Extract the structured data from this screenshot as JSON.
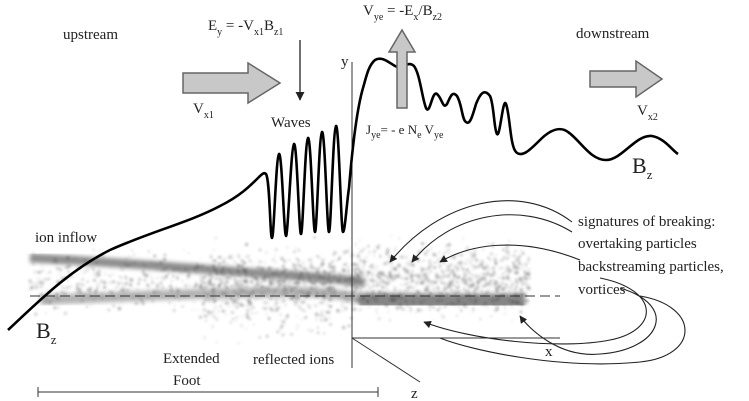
{
  "labels": {
    "upstream": "upstream",
    "downstream": "downstream",
    "waves": "Waves",
    "ion_inflow": "ion inflow",
    "reflected_ions": "reflected ions",
    "extended": "Extended",
    "foot": "Foot",
    "axis_y": "y",
    "axis_x": "x",
    "axis_z": "z"
  },
  "equations": {
    "ey": {
      "a": "E",
      "a_sub": "y",
      "b": " = -V",
      "b_sub": "x1",
      "c": "B",
      "c_sub": "z1"
    },
    "vye": {
      "a": "V",
      "a_sub": "ye",
      "b": " = -E",
      "b_sub": "x",
      "c": "/B",
      "c_sub": "z2"
    },
    "jye": {
      "a": "J",
      "a_sub": "ye",
      "b": "= - e N",
      "b_sub": "e",
      "c": " V",
      "c_sub": "ye"
    },
    "vx1": {
      "a": "V",
      "a_sub": "x1"
    },
    "vx2": {
      "a": "V",
      "a_sub": "x2"
    },
    "bz_right": {
      "a": "B",
      "a_sub": "z"
    },
    "bz_left": {
      "a": "B",
      "a_sub": "z"
    }
  },
  "breaking": {
    "title": "signatures of breaking:",
    "items": [
      "overtaking particles",
      "backstreaming particles,",
      "vortices"
    ]
  },
  "colors": {
    "arrow_fill": "#c8c8c8",
    "arrow_stroke": "#666666",
    "curve": "#000000",
    "particles": "#555555"
  }
}
